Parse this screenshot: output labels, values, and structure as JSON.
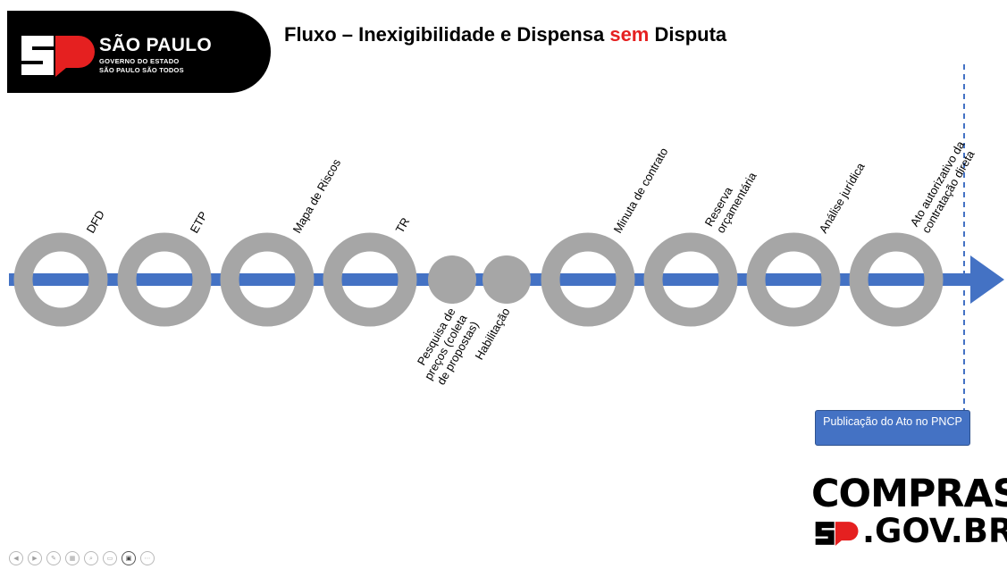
{
  "header": {
    "logo_line1": "SÃO PAULO",
    "logo_line2": "GOVERNO DO ESTADO",
    "logo_line3": "SÃO PAULO SÃO TODOS",
    "title_part1": "Fluxo – Inexigibilidade e Dispensa ",
    "title_highlight": "sem",
    "title_part2": " Disputa",
    "highlight_color": "#e52020"
  },
  "timeline": {
    "line_color": "#4472c4",
    "circle_color": "#a6a6a6",
    "steps": [
      {
        "label": "DFD",
        "kind": "ring"
      },
      {
        "label": "ETP",
        "kind": "ring"
      },
      {
        "label": "Mapa de Riscos",
        "kind": "ring"
      },
      {
        "label": "TR",
        "kind": "ring"
      },
      {
        "lines": [
          "Pesquisa de",
          "preços (coleta",
          "de propostas)"
        ],
        "kind": "dot"
      },
      {
        "label": "Habilitação",
        "kind": "dot"
      },
      {
        "label": "Minuta de contrato",
        "kind": "ring"
      },
      {
        "lines": [
          "Reserva",
          "orçamentária"
        ],
        "kind": "ring"
      },
      {
        "label": "Análise jurídica",
        "kind": "ring"
      },
      {
        "lines": [
          "Ato autorizativo da",
          "contratação direta"
        ],
        "kind": "ring"
      }
    ]
  },
  "publication_box": "Publicação do Ato no PNCP",
  "footer_logo": {
    "line1": "COMPRAS",
    "line2": ".GOV.BR"
  },
  "slide_controls": [
    "prev-icon",
    "next-icon",
    "pen-icon",
    "slides-icon",
    "zoom-icon",
    "subtitles-icon",
    "camera-icon",
    "more-icon"
  ]
}
